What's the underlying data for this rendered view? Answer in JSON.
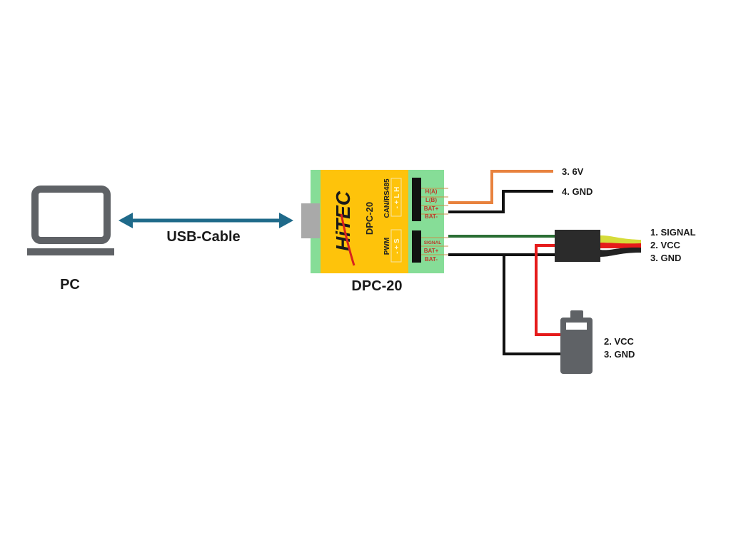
{
  "colors": {
    "device_gray": "#5f6266",
    "arrow_blue": "#1f6a8a",
    "board_green": "#86dd97",
    "board_yellow": "#fec30b",
    "usb_gray": "#a9a9a9",
    "wire_orange": "#e8823e",
    "wire_black": "#111111",
    "wire_green": "#2a6e34",
    "wire_red": "#e51b1b",
    "wire_yellow": "#d6dc3a",
    "pin_label": "#c0392b"
  },
  "pc": {
    "label": "PC"
  },
  "usb": {
    "label": "USB-Cable"
  },
  "device": {
    "name": "DPC-20",
    "logo": "HiTEC",
    "model_text": "DPC-20",
    "can_header": {
      "label": "CAN/RS485",
      "pins": "- + L H"
    },
    "pwm_header": {
      "label": "PWM",
      "pins": "- + S"
    },
    "top_connector_pins": [
      "H(A)",
      "L(B)",
      "BAT+",
      "BAT-"
    ],
    "bottom_connector_pins": [
      "SIGNAL",
      "BAT+",
      "BAT-"
    ]
  },
  "power_wires": [
    "3. 6V",
    "4. GND"
  ],
  "servo_wires": [
    "1. SIGNAL",
    "2. VCC",
    "3. GND"
  ],
  "battery_wires": [
    "2. VCC",
    "3. GND"
  ]
}
